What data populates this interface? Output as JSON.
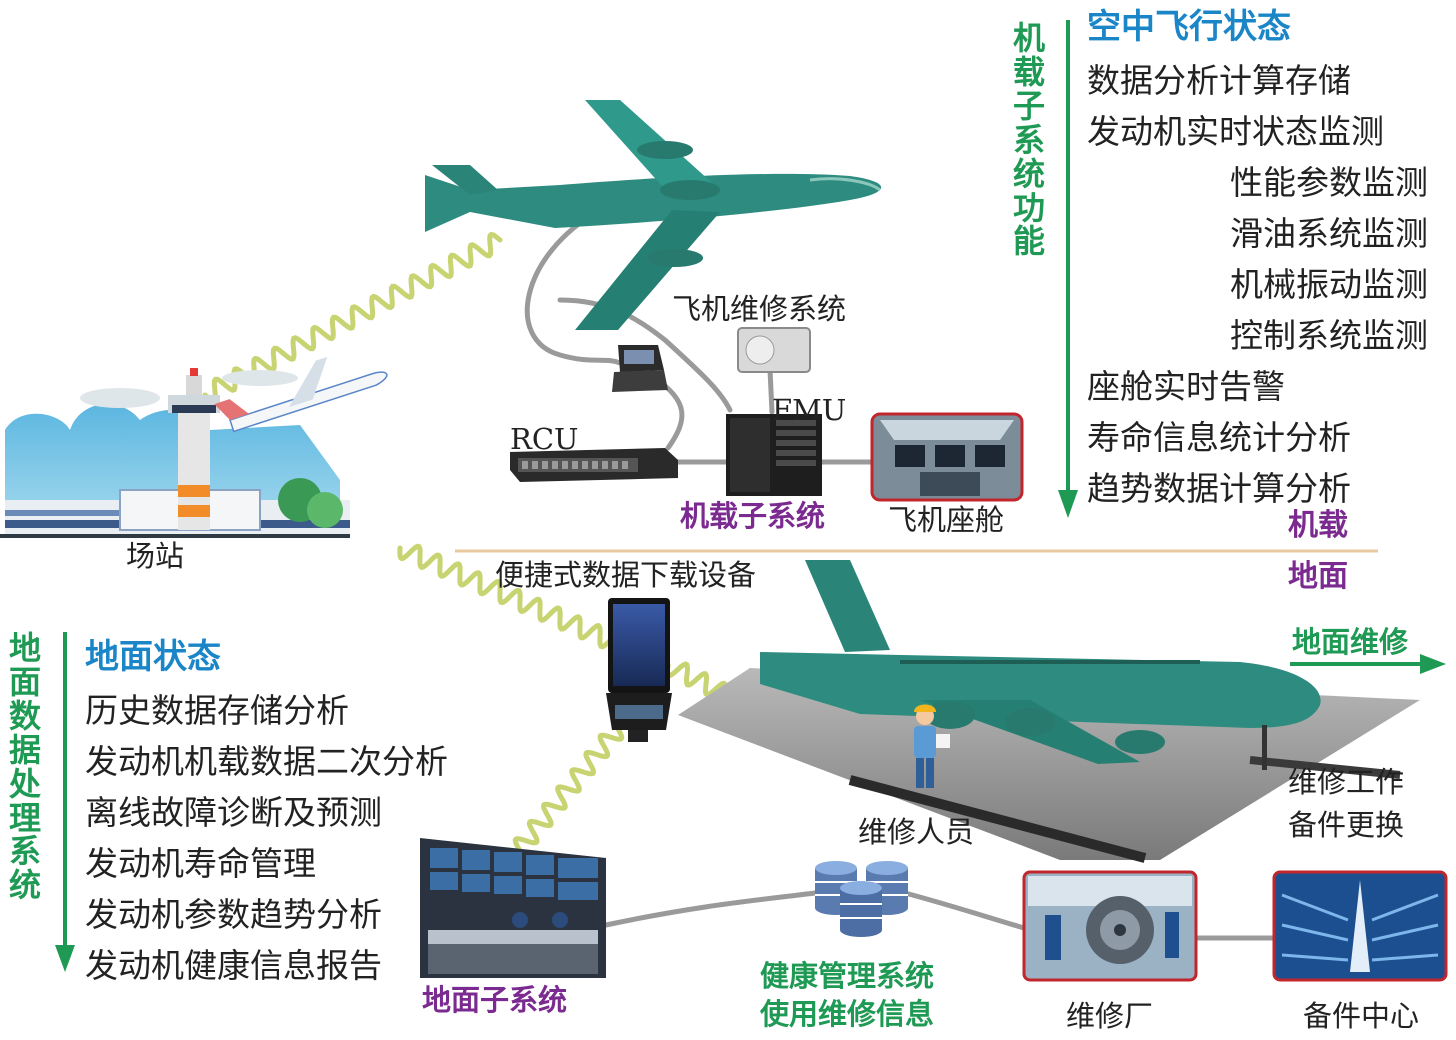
{
  "colors": {
    "teal": "#2d8c7f",
    "green": "#1f9a54",
    "blue": "#1a86c8",
    "purple": "#7b2a90",
    "wave": "#c8d372",
    "red_frame": "#c0262b",
    "divider": "#e9c9a0"
  },
  "top_right": {
    "vertical_title": "机载子系统功能",
    "heading": "空中飞行状态",
    "items": [
      "数据分析计算存储",
      "发动机实时状态监测"
    ],
    "sub_items": [
      "性能参数监测",
      "滑油系统监测",
      "机械振动监测",
      "控制系统监测"
    ],
    "items_after": [
      "座舱实时告警",
      "寿命信息统计分析",
      "趋势数据计算分析"
    ]
  },
  "divider": {
    "upper": "机载",
    "lower": "地面"
  },
  "bottom_left": {
    "vertical_title": "地面数据处理系统",
    "heading": "地面状态",
    "items": [
      "历史数据存储分析",
      "发动机机载数据二次分析",
      "离线故障诊断及预测",
      "发动机寿命管理",
      "发动机参数趋势分析",
      "发动机健康信息报告"
    ]
  },
  "labels": {
    "station": "场站",
    "maintenance_system": "飞机维修系统",
    "fmu": "FMU",
    "rcu": "RCU",
    "airborne_subsystem": "机载子系统",
    "cockpit": "飞机座舱",
    "portable_download": "便捷式数据下载设备",
    "ground_maintenance": "地面维修",
    "maintenance_staff": "维修人员",
    "maintenance_work_1": "维修工作",
    "maintenance_work_2": "备件更换",
    "ground_subsystem": "地面子系统",
    "health_system_1": "健康管理系统",
    "health_system_2": "使用维修信息",
    "repair_plant": "维修厂",
    "spare_center": "备件中心"
  },
  "icons": [
    "airplane-icon",
    "control-tower-icon",
    "hard-drive-icon",
    "rcu-rack-icon",
    "fmu-server-icon",
    "cockpit-photo-icon",
    "download-kiosk-icon",
    "mechanic-icon",
    "control-room-icon",
    "database-icon",
    "repair-plant-photo-icon",
    "warehouse-photo-icon"
  ]
}
